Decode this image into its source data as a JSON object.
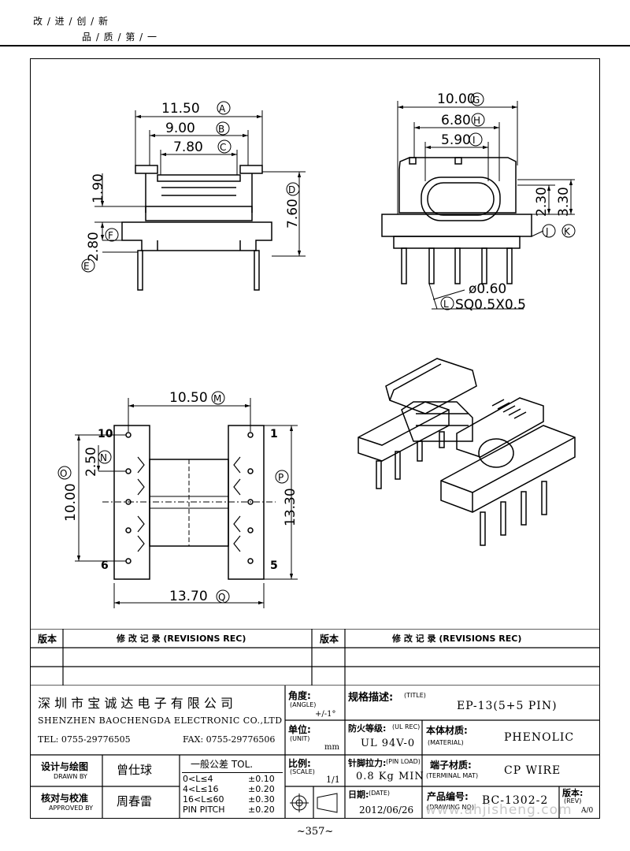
{
  "header": {
    "slogan_line1": "改 / 进 / 创 / 新",
    "slogan_line2": "品 / 质 / 第 / 一"
  },
  "drawing": {
    "dims": {
      "A": {
        "value": "11.50",
        "letter": "A"
      },
      "B": {
        "value": "9.00",
        "letter": "B"
      },
      "C": {
        "value": "7.80",
        "letter": "C"
      },
      "D": {
        "value": "7.60",
        "letter": "D"
      },
      "E": {
        "value": "2.80",
        "letter": "E"
      },
      "F": {
        "value": "1.90",
        "letter": "F"
      },
      "G": {
        "value": "10.00",
        "letter": "G"
      },
      "H": {
        "value": "6.80",
        "letter": "H"
      },
      "I": {
        "value": "5.90",
        "letter": "I"
      },
      "J": {
        "value": "2.30",
        "letter": "J"
      },
      "K": {
        "value": "3.30",
        "letter": "K"
      },
      "L_dia": "ø0.60",
      "L": {
        "value": "SQ0.5X0.5",
        "letter": "L"
      },
      "M": {
        "value": "10.50",
        "letter": "M"
      },
      "N": {
        "value": "2.50",
        "letter": "N"
      },
      "O": {
        "value": "10.00",
        "letter": "O"
      },
      "P": {
        "value": "13.30",
        "letter": "P"
      },
      "Q": {
        "value": "13.70",
        "letter": "Q"
      }
    },
    "pins": {
      "p10": "10",
      "p1": "1",
      "p6": "6",
      "p5": "5"
    }
  },
  "revisions": {
    "col_version": "版本",
    "col_record": "修  改  记  录   (REVISIONS REC)"
  },
  "title_block": {
    "company_cn": "深 圳 市 宝 诚 达 电 子 有 限 公 司",
    "company_en": "SHENZHEN BAOCHENGDA ELECTRONIC CO.,LTD",
    "tel": "TEL: 0755-29776505",
    "fax": "FAX: 0755-29776506",
    "angle_label": "角度:",
    "angle_en": "(ANGLE)",
    "angle_value": "+/-1°",
    "unit_label": "单位:",
    "unit_en": "(UNIT)",
    "unit_value": "mm",
    "scale_label": "比例:",
    "scale_en": "(SCALE)",
    "scale_value": "1/1",
    "title_label": "规格描述:",
    "title_en": "(TITLE)",
    "title_value": "EP-13(5+5 PIN)",
    "fire_label": "防火等级:",
    "fire_en": "(UL REC)",
    "fire_value": "UL 94V-0",
    "material_label": "本体材质:",
    "material_en": "(MATERIAL)",
    "material_value": "PHENOLIC",
    "pinload_label": "针脚拉力:",
    "pinload_en": "(PIN LOAD)",
    "pinload_value": "0.8 Kg MIN",
    "terminal_label": "端子材质:",
    "terminal_en": "(TERMINAL MAT)",
    "terminal_value": "CP WIRE",
    "date_label": "日期:",
    "date_en": "(DATE)",
    "date_value": "2012/06/26",
    "drawno_label": "产品编号:",
    "drawno_en": "(DRAWING NO)",
    "drawno_value": "BC-1302-2",
    "rev_label": "版本:",
    "rev_en": "(REV)",
    "rev_value": "A/0",
    "drawn_label": "设计与绘图",
    "drawn_en": "DRAWN BY",
    "drawn_value": "曾仕球",
    "approved_label": "核对与校准",
    "approved_en": "APPROVED BY",
    "approved_value": "周春雷",
    "tol_title": "一般公差 TOL.",
    "tol_rows": [
      {
        "range": "0<L≤4",
        "tol": "±0.10"
      },
      {
        "range": "4<L≤16",
        "tol": "±0.20"
      },
      {
        "range": "16<L≤60",
        "tol": "±0.30"
      },
      {
        "range": "PIN PITCH",
        "tol": "±0.20"
      }
    ]
  },
  "page_number": "~357~",
  "watermark": "www.ahjisheng.com"
}
